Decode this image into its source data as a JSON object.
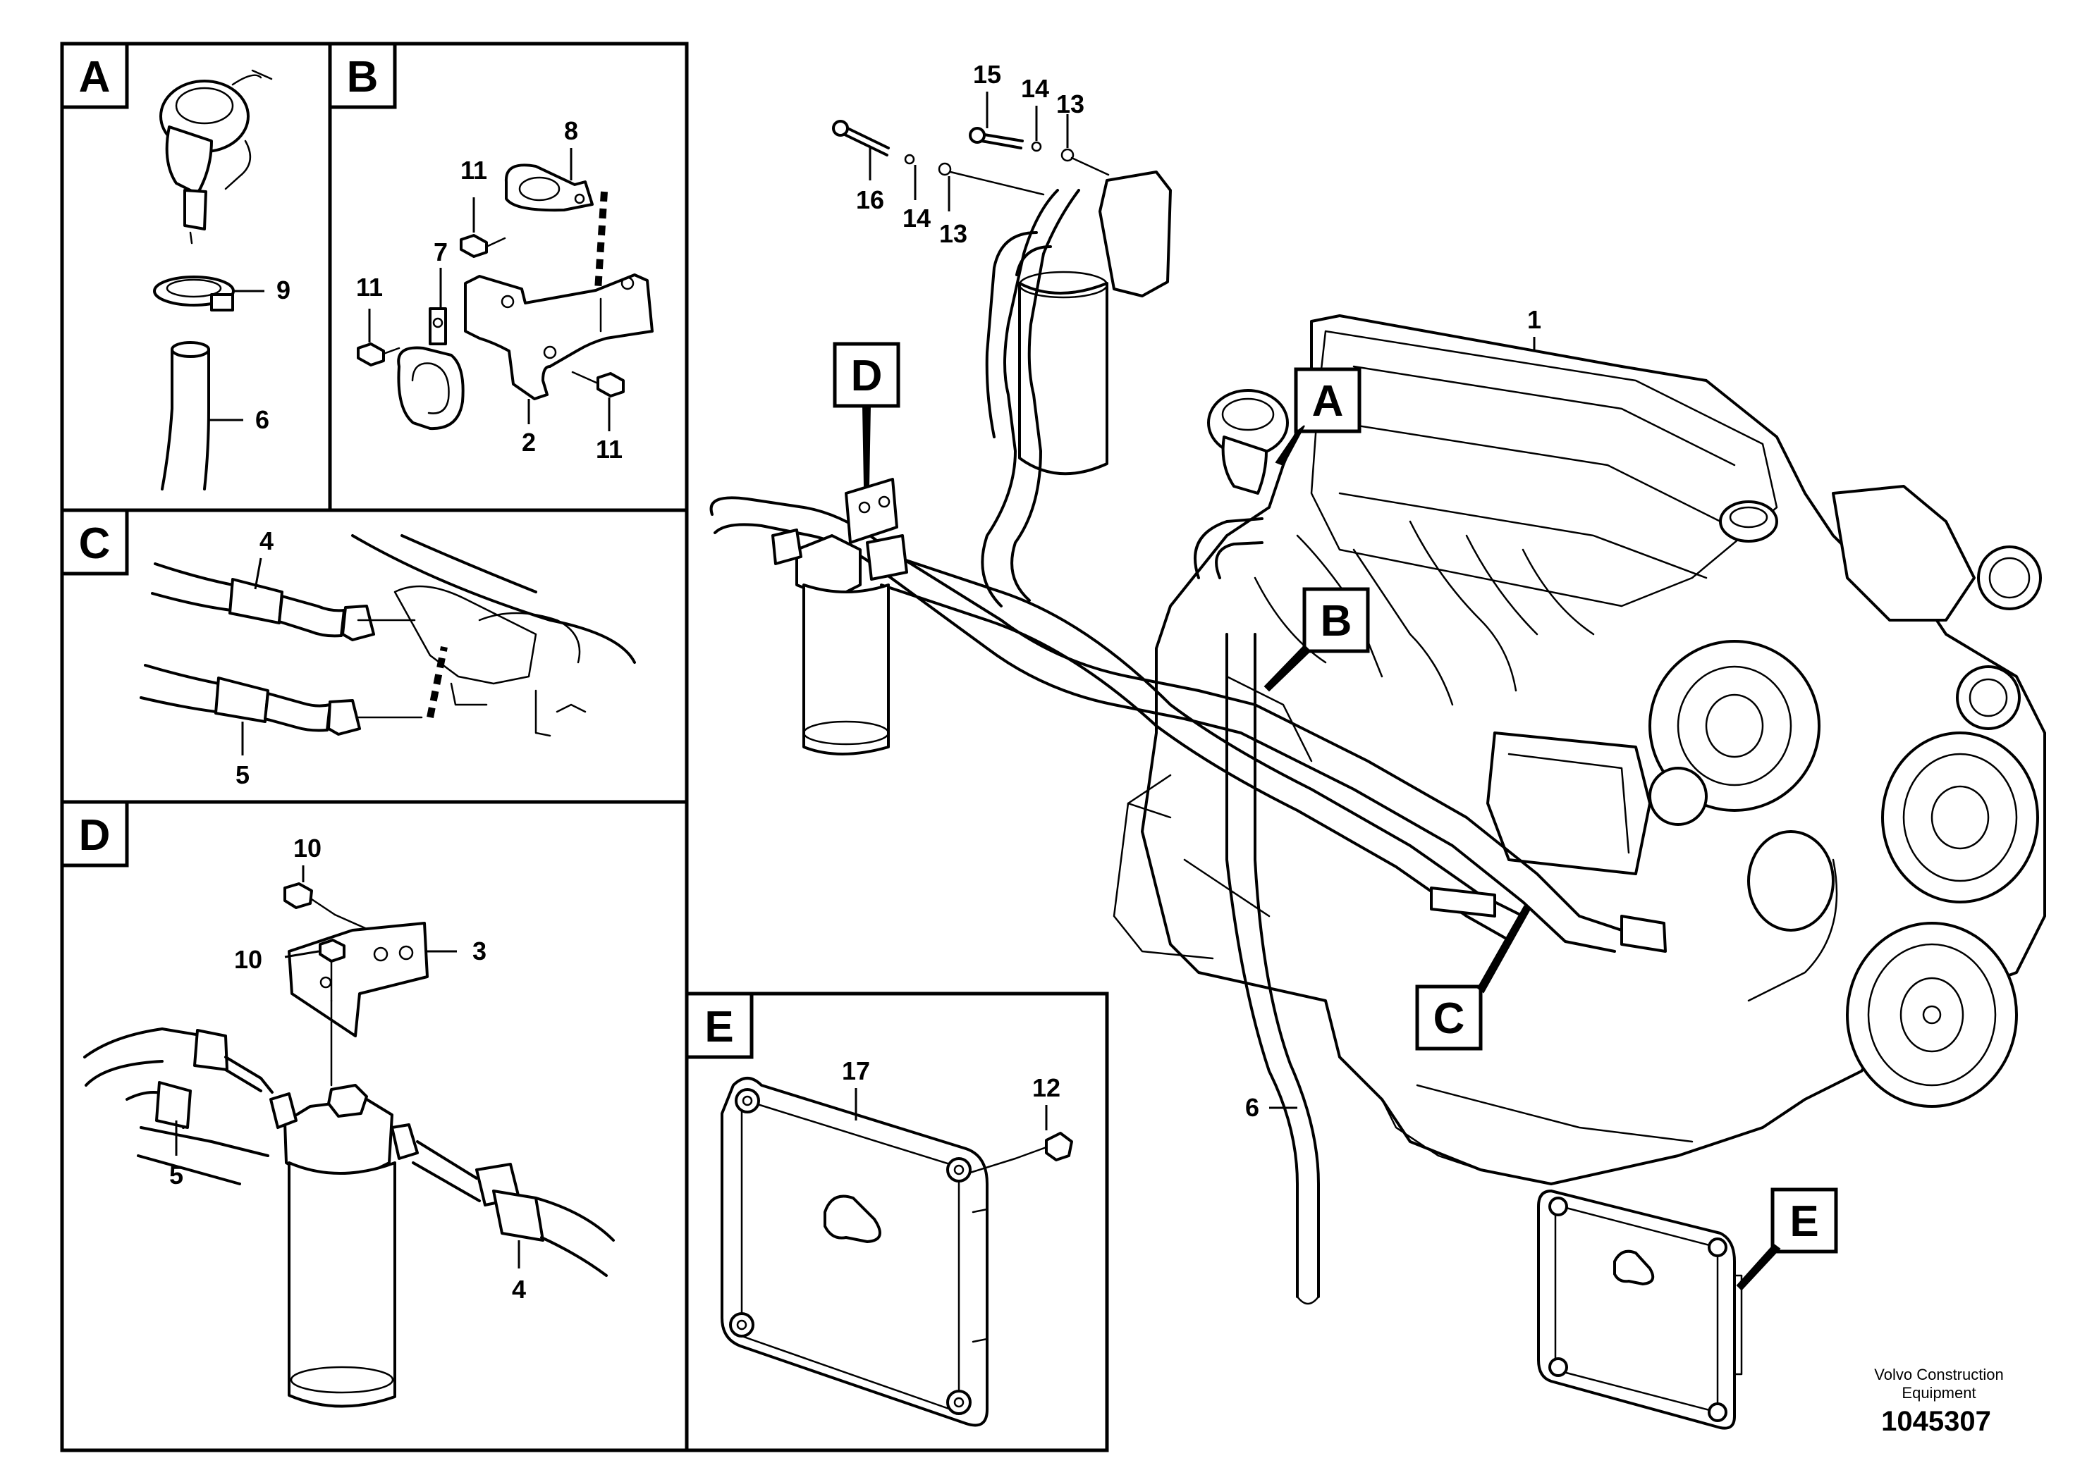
{
  "panels": {
    "A": {
      "letter": "A",
      "parts": {
        "p9": "9",
        "p6": "6"
      }
    },
    "B": {
      "letter": "B",
      "parts": {
        "p8": "8",
        "p11a": "11",
        "p7": "7",
        "p11b": "11",
        "p2": "2",
        "p11c": "11"
      }
    },
    "C": {
      "letter": "C",
      "parts": {
        "p4": "4",
        "p5": "5"
      }
    },
    "D": {
      "letter": "D",
      "parts": {
        "p10a": "10",
        "p10b": "10",
        "p3": "3",
        "p5": "5",
        "p4": "4"
      }
    },
    "E": {
      "letter": "E",
      "parts": {
        "p17": "17",
        "p12": "12"
      }
    }
  },
  "main": {
    "parts": {
      "p15": "15",
      "p14a": "14",
      "p13a": "13",
      "p16": "16",
      "p14b": "14",
      "p13b": "13",
      "p1": "1",
      "p6": "6"
    },
    "callouts": {
      "D": "D",
      "A": "A",
      "B": "B",
      "C": "C",
      "E": "E"
    }
  },
  "footer": {
    "line1": "Volvo Construction",
    "line2": "Equipment",
    "code": "1045307"
  }
}
